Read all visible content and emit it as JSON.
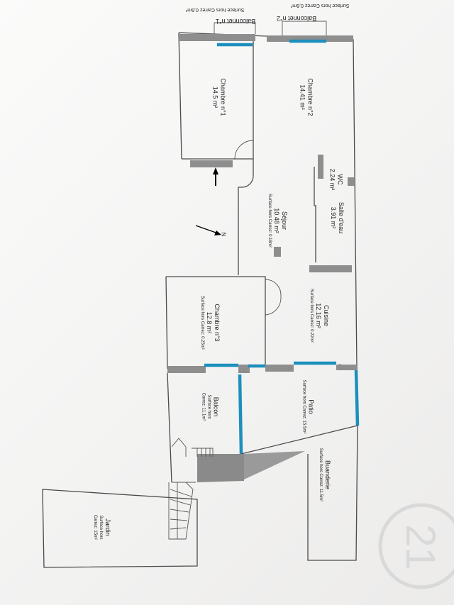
{
  "header_notes": {
    "line1": "Surface hors Carrez 0,6m²",
    "line2": "Surface hors Carrez 0,6m²"
  },
  "rooms": {
    "balconnet2": {
      "name": "Balconnet n°2"
    },
    "balconnet1": {
      "name": "Balconnet n°1"
    },
    "chambre2": {
      "name": "Chambre n°2",
      "area": "14.41 m²"
    },
    "chambre1": {
      "name": "Chambre n°1",
      "area": "14.5 m²"
    },
    "wc": {
      "name": "WC",
      "area": "2.24 m²"
    },
    "salle_eau": {
      "name": "Salle d'eau",
      "area": "3.91 m²"
    },
    "sejour": {
      "name": "Séjour",
      "area": "10.48 m²",
      "note": "Surface hors Carrez: 0.18m²"
    },
    "cuisine": {
      "name": "Cuisine",
      "area": "12.16 m²",
      "note": "Surface hors Carrez: 0.22m²"
    },
    "chambre3": {
      "name": "Chambre n°3",
      "area": "12.8 m²",
      "note": "Surface hors Carrez: 0.25m²"
    },
    "patio": {
      "name": "Patio",
      "note": "Surface hors Carrez: 15.5m²"
    },
    "balcon": {
      "name": "Balcon",
      "note1": "Surface hors",
      "note2": "Carrez: 11.1m²"
    },
    "buanderie": {
      "name": "Buanderie",
      "note": "Surface hors Carrez: 11.5m²"
    },
    "jardin": {
      "name": "Jardin",
      "note1": "Surface hors",
      "note2": "Carrez: 15m²"
    }
  },
  "north_label": "N",
  "logo_text": "21",
  "colors": {
    "window": "#1d8fbd",
    "wall": "#4a4a4a",
    "block": "#8e8e8e",
    "logo": "#d9d9d9"
  }
}
